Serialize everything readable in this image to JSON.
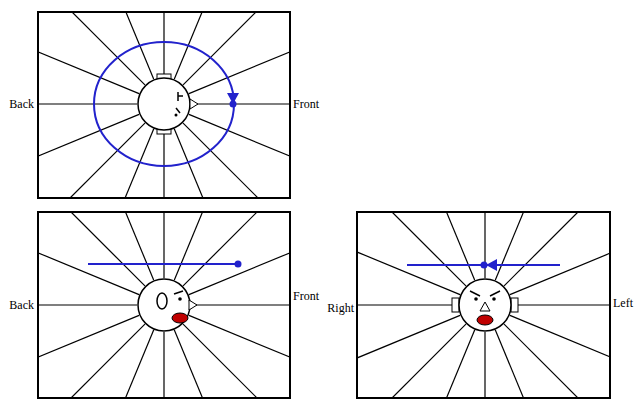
{
  "diagram": {
    "labels": [
      "Back",
      "Front",
      "Back",
      "Front",
      "Right",
      "Left"
    ]
  }
}
